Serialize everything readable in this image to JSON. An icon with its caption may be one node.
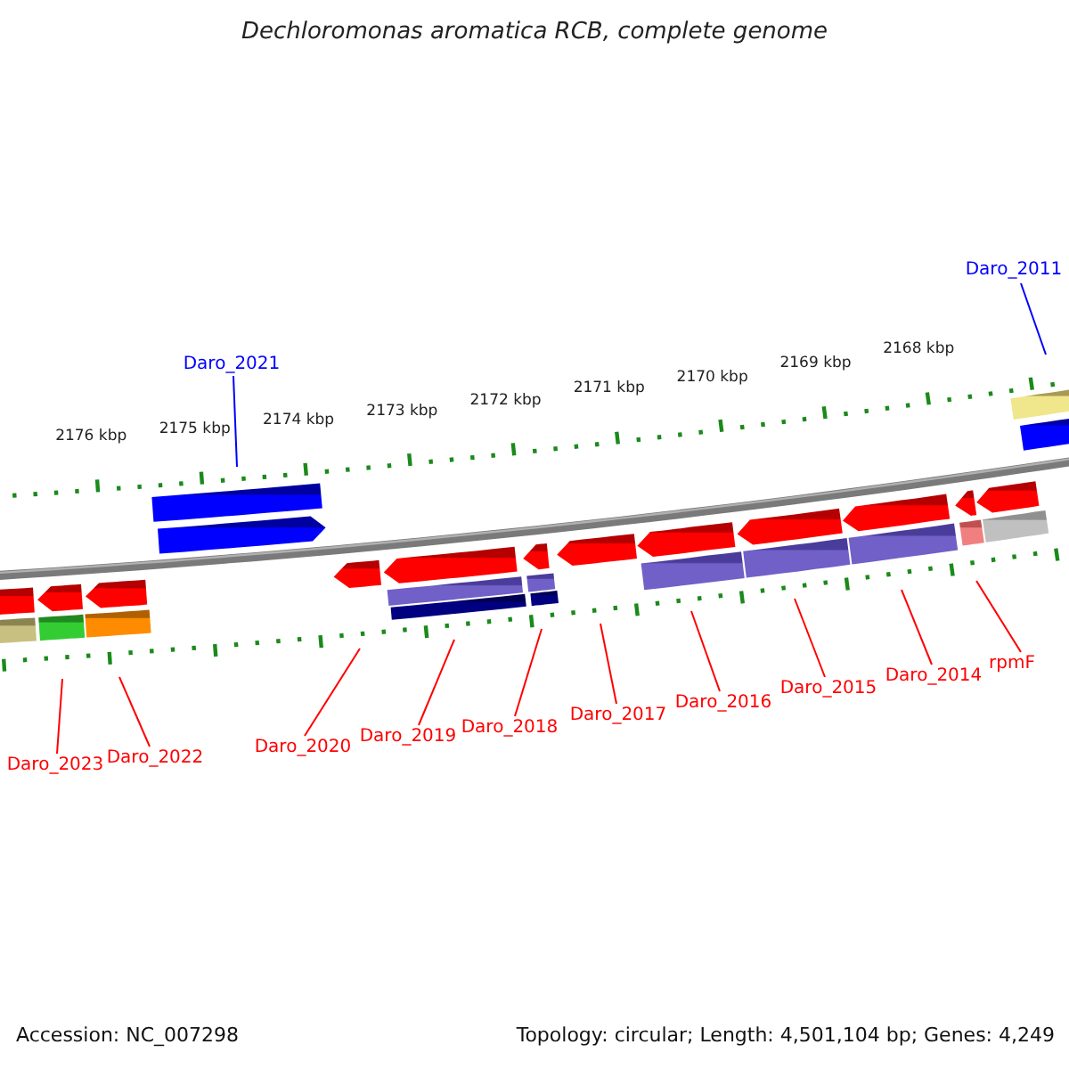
{
  "diagram": {
    "title": "Dechloromonas aromatica RCB, complete genome",
    "nodes": [
      {
        "text": [
          "Daro_2011"
        ]
      },
      {
        "text": [
          "Daro_2021"
        ]
      },
      {
        "text": [
          "Daro_2023"
        ]
      },
      {
        "text": [
          "Daro_2022"
        ]
      },
      {
        "text": [
          "Daro_2020"
        ]
      },
      {
        "text": [
          "Daro_2019"
        ]
      },
      {
        "text": [
          "Daro_2018"
        ]
      },
      {
        "text": [
          "Daro_2017"
        ]
      },
      {
        "text": [
          "Daro_2016"
        ]
      },
      {
        "text": [
          "Daro_2015"
        ]
      },
      {
        "text": [
          "Daro_2014"
        ]
      },
      {
        "text": [
          "rpmF"
        ]
      }
    ],
    "edges": [
      {
        "from": 0,
        "to": null,
        "arrow": "none",
        "color": "#0000ff"
      },
      {
        "from": 1,
        "to": null,
        "arrow": "none",
        "color": "#0000ff"
      },
      {
        "from": 2,
        "to": null,
        "arrow": "none"
      },
      {
        "from": 3,
        "to": null,
        "arrow": "none"
      },
      {
        "from": 4,
        "to": null,
        "arrow": "none"
      },
      {
        "from": 5,
        "to": null,
        "arrow": "none"
      },
      {
        "from": 6,
        "to": null,
        "arrow": "none"
      },
      {
        "from": 7,
        "to": null,
        "arrow": "none"
      },
      {
        "from": 8,
        "to": null,
        "arrow": "none"
      },
      {
        "from": 9,
        "to": null,
        "arrow": "none"
      },
      {
        "from": 10,
        "to": null,
        "arrow": "none"
      },
      {
        "from": 11,
        "to": null,
        "arrow": "none"
      }
    ],
    "labels": [
      "2176 kbp",
      "2175 kbp",
      "2174 kbp",
      "2173 kbp",
      "2172 kbp",
      "2171 kbp",
      "2170 kbp",
      "2169 kbp",
      "2168 kbp",
      "Accession: NC_007298",
      "Topology: circular; Length: 4,501,104 bp; Genes: 4,249"
    ]
  }
}
